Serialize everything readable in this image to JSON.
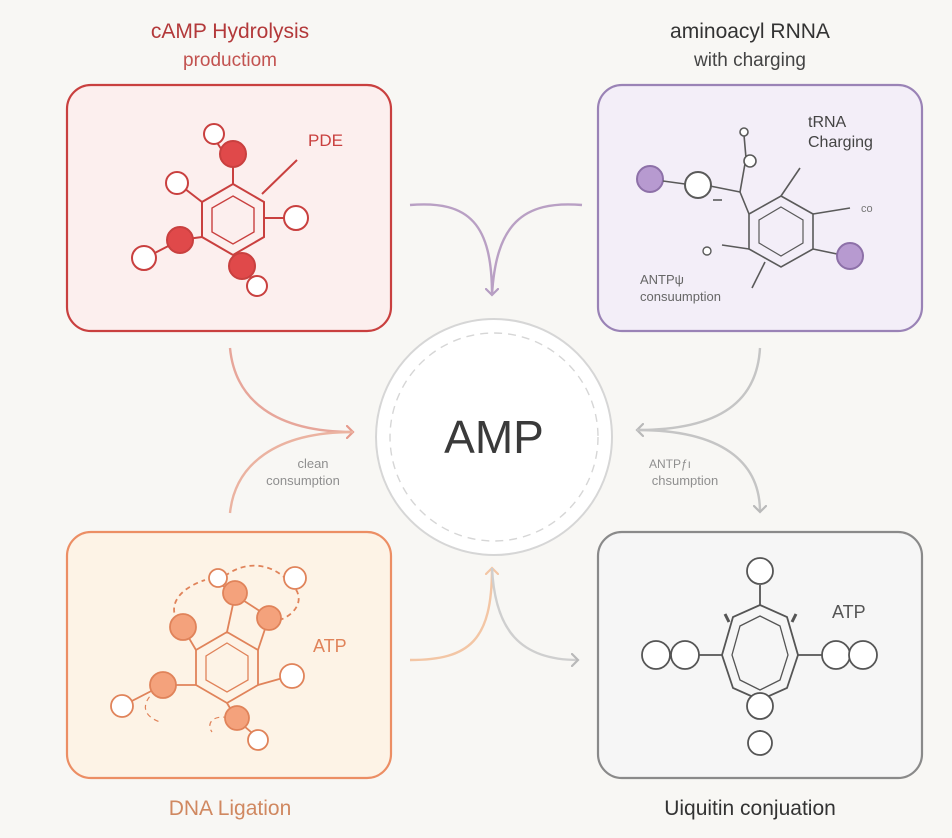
{
  "center": {
    "label": "AMP"
  },
  "top_left": {
    "title": "cAMP Hydrolysis",
    "subtitle": "productiom",
    "inner_label": "PDE",
    "accent": "#c9403f"
  },
  "top_right": {
    "title": "aminoacyl RNNA",
    "subtitle": "with charging",
    "inner_label_line1": "tRNA",
    "inner_label_line2": "Charging",
    "side_label": "co",
    "bottom_label_line1": "ANTPψ",
    "bottom_label_line2": "consuumption",
    "accent": "#9a83b6"
  },
  "bottom_left": {
    "title": "DNA Ligation",
    "inner_label": "ATP",
    "accent": "#ec8e64"
  },
  "bottom_right": {
    "title": "Uiquitin conjuation",
    "inner_label": "ATP",
    "accent": "#8a8a8a"
  },
  "flow_labels": {
    "left_line1": "clean",
    "left_line2": "consumption",
    "right_line1": "ANTPƒı",
    "right_line2": "chsumption"
  }
}
